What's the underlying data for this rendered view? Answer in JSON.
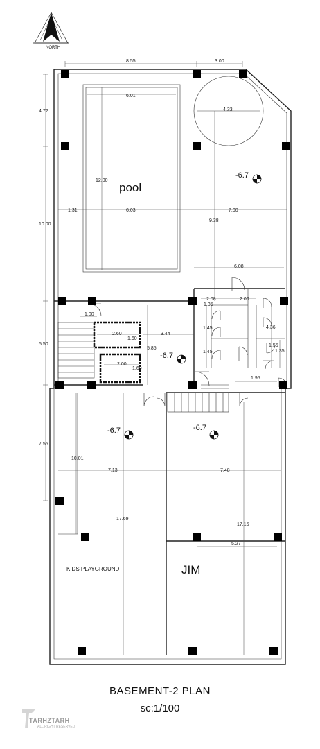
{
  "north_label": "NORTH",
  "title": "BASEMENT-2  PLAN",
  "scale": "sc:1/100",
  "watermark": {
    "brand": "TARHZTARH",
    "sub": "ALL RIGHT RESERVED"
  },
  "rooms": {
    "pool": "pool",
    "kids": "KIDS PLAYGROUND",
    "gym": "JIM"
  },
  "levels": [
    "-6.7",
    "-6.7",
    "-6.7",
    "-6.7"
  ],
  "dims": {
    "top_a": "8.55",
    "top_b": "3.00",
    "left_a": "4.72",
    "left_b": "10.00",
    "left_c": "5.50",
    "left_d": "7.55",
    "pool_w": "6.01",
    "pool_h": "12.00",
    "circle": "4.33",
    "row1_a": "1.31",
    "row1_b": "6.03",
    "row1_c": "7.00",
    "d938": "9.38",
    "d608": "6.08",
    "d208": "2.08",
    "d200a": "2.00",
    "d135a": "1.35",
    "d436": "4.36",
    "d145a": "1.45",
    "d145b": "1.45",
    "d155": "1.55",
    "d135b": "1.35",
    "d100": "1.00",
    "d260": "2.60",
    "d160a": "1.60",
    "d344": "3.44",
    "d200b": "2.00",
    "d160b": "1.60",
    "d585": "5.85",
    "d195": "1.95",
    "d1001": "10.01",
    "d713": "7.13",
    "d748": "7.48",
    "d1769": "17.69",
    "d1715": "17.15",
    "d527": "5.27"
  }
}
